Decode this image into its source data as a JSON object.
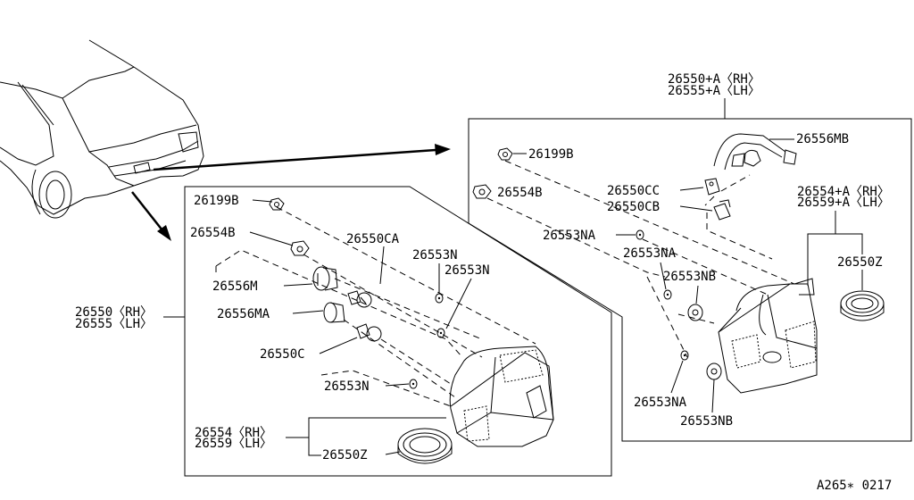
{
  "diagram_code": "A265∗ 0217",
  "assembly_left": {
    "part_rh": "26550〈RH〉",
    "part_lh": "26555〈LH〉",
    "labels": {
      "screw": "26199B",
      "grommet": "26554B",
      "socket_ca": "26550CA",
      "washer_n1": "26553N",
      "washer_n2": "26553N",
      "socket_m": "26556M",
      "socket_ma": "26556MA",
      "bulb_c": "26550C",
      "washer_n3": "26553N",
      "seal": "26550Z"
    },
    "lens": {
      "rh": "26554〈RH〉",
      "lh": "26559〈LH〉"
    }
  },
  "assembly_right": {
    "part_rh": "26550+A〈RH〉",
    "part_lh": "26555+A〈LH〉",
    "labels": {
      "harness": "26556MB",
      "screw": "26199B",
      "grommet": "26554B",
      "socket_cc": "26550CC",
      "socket_cb": "26550CB",
      "washer_na1": "26553NA",
      "washer_na2": "26553NA",
      "washer_nb1": "26553NB",
      "washer_na3": "26553NA",
      "washer_nb2": "26553NB",
      "seal": "26550Z"
    },
    "lens": {
      "rh": "26554+A〈RH〉",
      "lh": "26559+A〈LH〉"
    }
  }
}
